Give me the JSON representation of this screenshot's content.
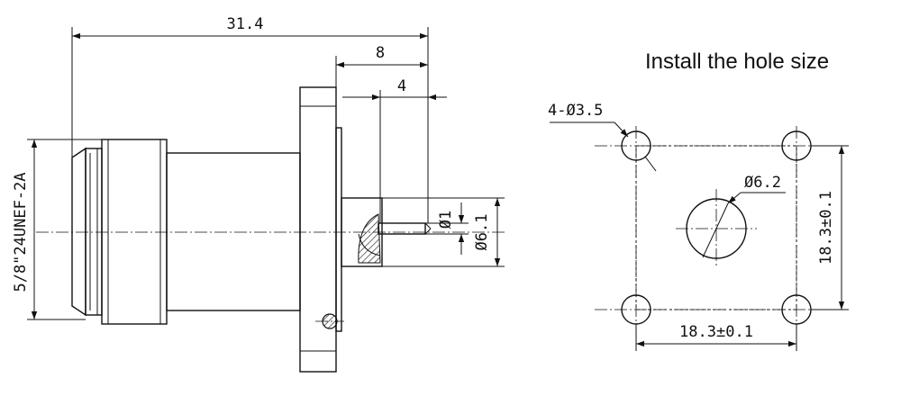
{
  "side_view": {
    "overall_length": "31.4",
    "flange_to_end": "8",
    "pin_length": "4",
    "pin_diameter": "Ø1",
    "insulator_diameter": "Ø6.1",
    "thread_spec": "5/8\"24UNEF-2A"
  },
  "hole_pattern": {
    "title": "Install the hole size",
    "mount_holes": "4-Ø3.5",
    "center_hole": "Ø6.2",
    "spacing_vertical": "18.3±0.1",
    "spacing_horizontal": "18.3±0.1"
  }
}
